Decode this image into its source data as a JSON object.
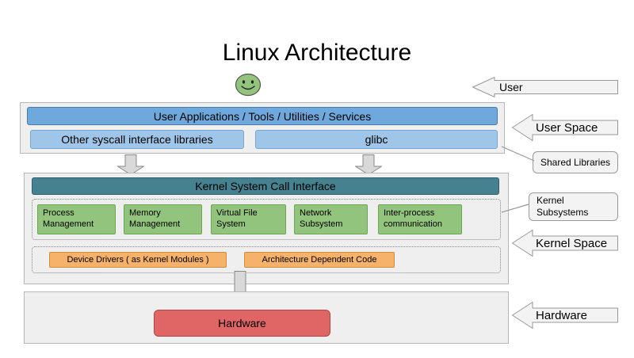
{
  "title": "Linux Architecture",
  "annotations": {
    "user": "User",
    "user_space": "User Space",
    "shared_libraries": "Shared Libraries",
    "kernel_subsystems": "Kernel Subsystems",
    "kernel_space": "Kernel Space",
    "hardware": "Hardware"
  },
  "user_space": {
    "applications_bar": "User Applications / Tools / Utilities / Services",
    "libraries": [
      "Other syscall interface libraries",
      "glibc"
    ]
  },
  "kernel": {
    "syscall_interface": "Kernel System Call Interface",
    "subsystems": [
      "Process Management",
      "Memory Management",
      "Virtual File System",
      "Network Subsystem",
      "Inter-process communication"
    ],
    "lower_layer": [
      "Device Drivers ( as Kernel Modules )",
      "Architecture Dependent Code"
    ]
  },
  "hardware": {
    "box": "Hardware"
  },
  "colors": {
    "app_bar_blue": "#6fa8dc",
    "library_blue": "#9fc5e8",
    "syscall_teal": "#45818e",
    "subsystem_green": "#93c47d",
    "module_orange": "#f6b26b",
    "hardware_red": "#e06666",
    "container_gray": "#efefef",
    "arrow_gray": "#d9d9d9",
    "annotation_gray": "#f3f3f3"
  }
}
